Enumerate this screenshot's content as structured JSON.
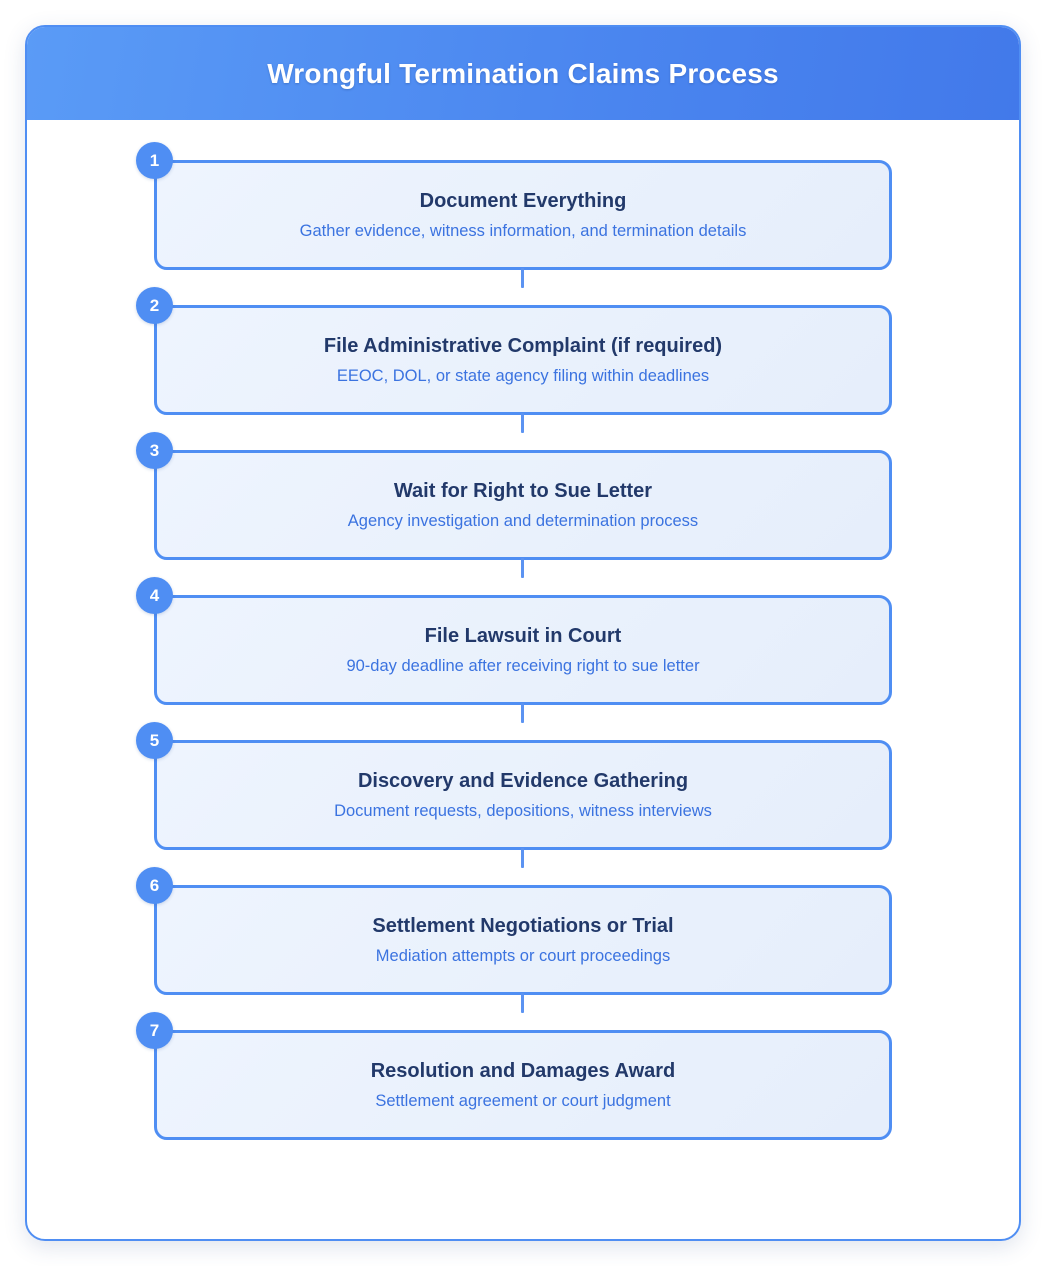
{
  "header": {
    "title": "Wrongful Termination Claims Process"
  },
  "colors": {
    "header_gradient_start": "#5a9bf6",
    "header_gradient_end": "#4279ea",
    "accent_blue": "#4f8ef3",
    "card_background": "#eef4fe",
    "title_text": "#22396a",
    "description_text": "#3b73e0",
    "container_border": "#4f8ef3",
    "page_background": "#ffffff"
  },
  "steps": [
    {
      "number": "1",
      "title": "Document Everything",
      "description": "Gather evidence, witness information, and termination details"
    },
    {
      "number": "2",
      "title": "File Administrative Complaint (if required)",
      "description": "EEOC, DOL, or state agency filing within deadlines"
    },
    {
      "number": "3",
      "title": "Wait for Right to Sue Letter",
      "description": "Agency investigation and determination process"
    },
    {
      "number": "4",
      "title": "File Lawsuit in Court",
      "description": "90-day deadline after receiving right to sue letter"
    },
    {
      "number": "5",
      "title": "Discovery and Evidence Gathering",
      "description": "Document requests, depositions, witness interviews"
    },
    {
      "number": "6",
      "title": "Settlement Negotiations or Trial",
      "description": "Mediation attempts or court proceedings"
    },
    {
      "number": "7",
      "title": "Resolution and Damages Award",
      "description": "Settlement agreement or court judgment"
    }
  ]
}
